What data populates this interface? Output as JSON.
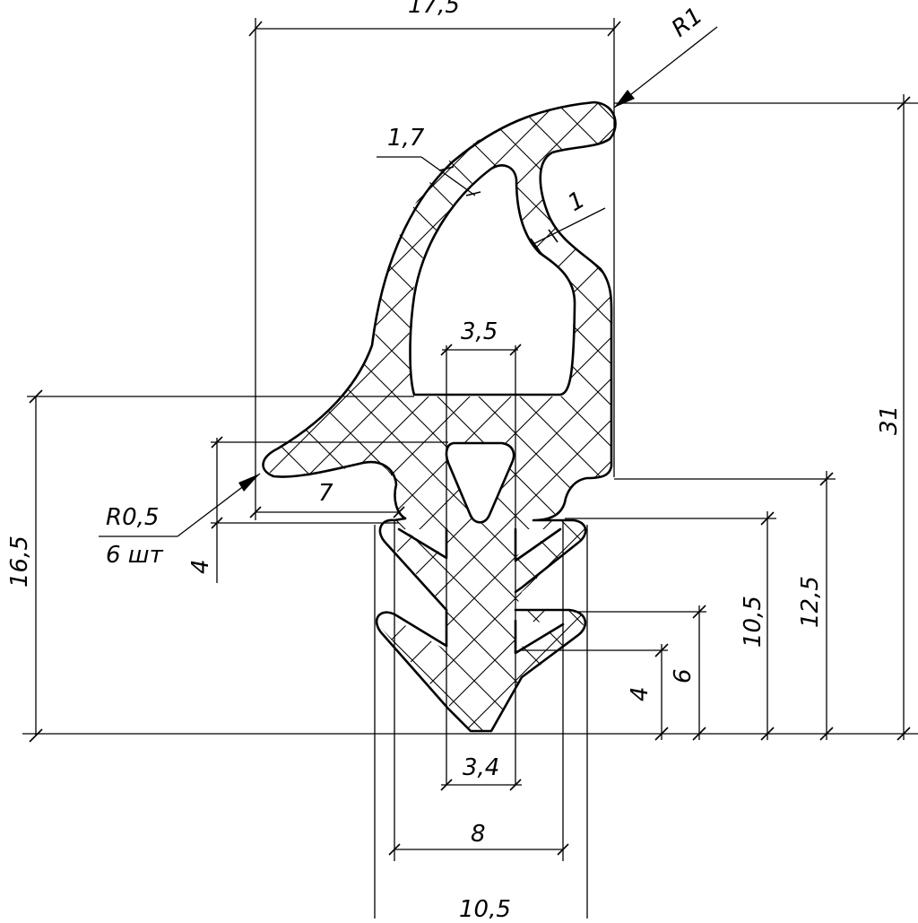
{
  "drawing": {
    "dimensions": {
      "width_top": "17,5",
      "radius_top": "R1",
      "wall_thickness": "1,7",
      "inner_wall": "1",
      "inner_width": "3,5",
      "lip_length": "7",
      "radius_lips": "R0,5",
      "radius_lips_qty": "6 шт",
      "lip_gap": "4",
      "height_total_left": "16,5",
      "height_total": "31",
      "height_12_5": "12,5",
      "height_10_5": "10,5",
      "height_6": "6",
      "height_4": "4",
      "stem_width": "3,4",
      "base_width": "8",
      "base_width_outer": "10,5"
    }
  }
}
